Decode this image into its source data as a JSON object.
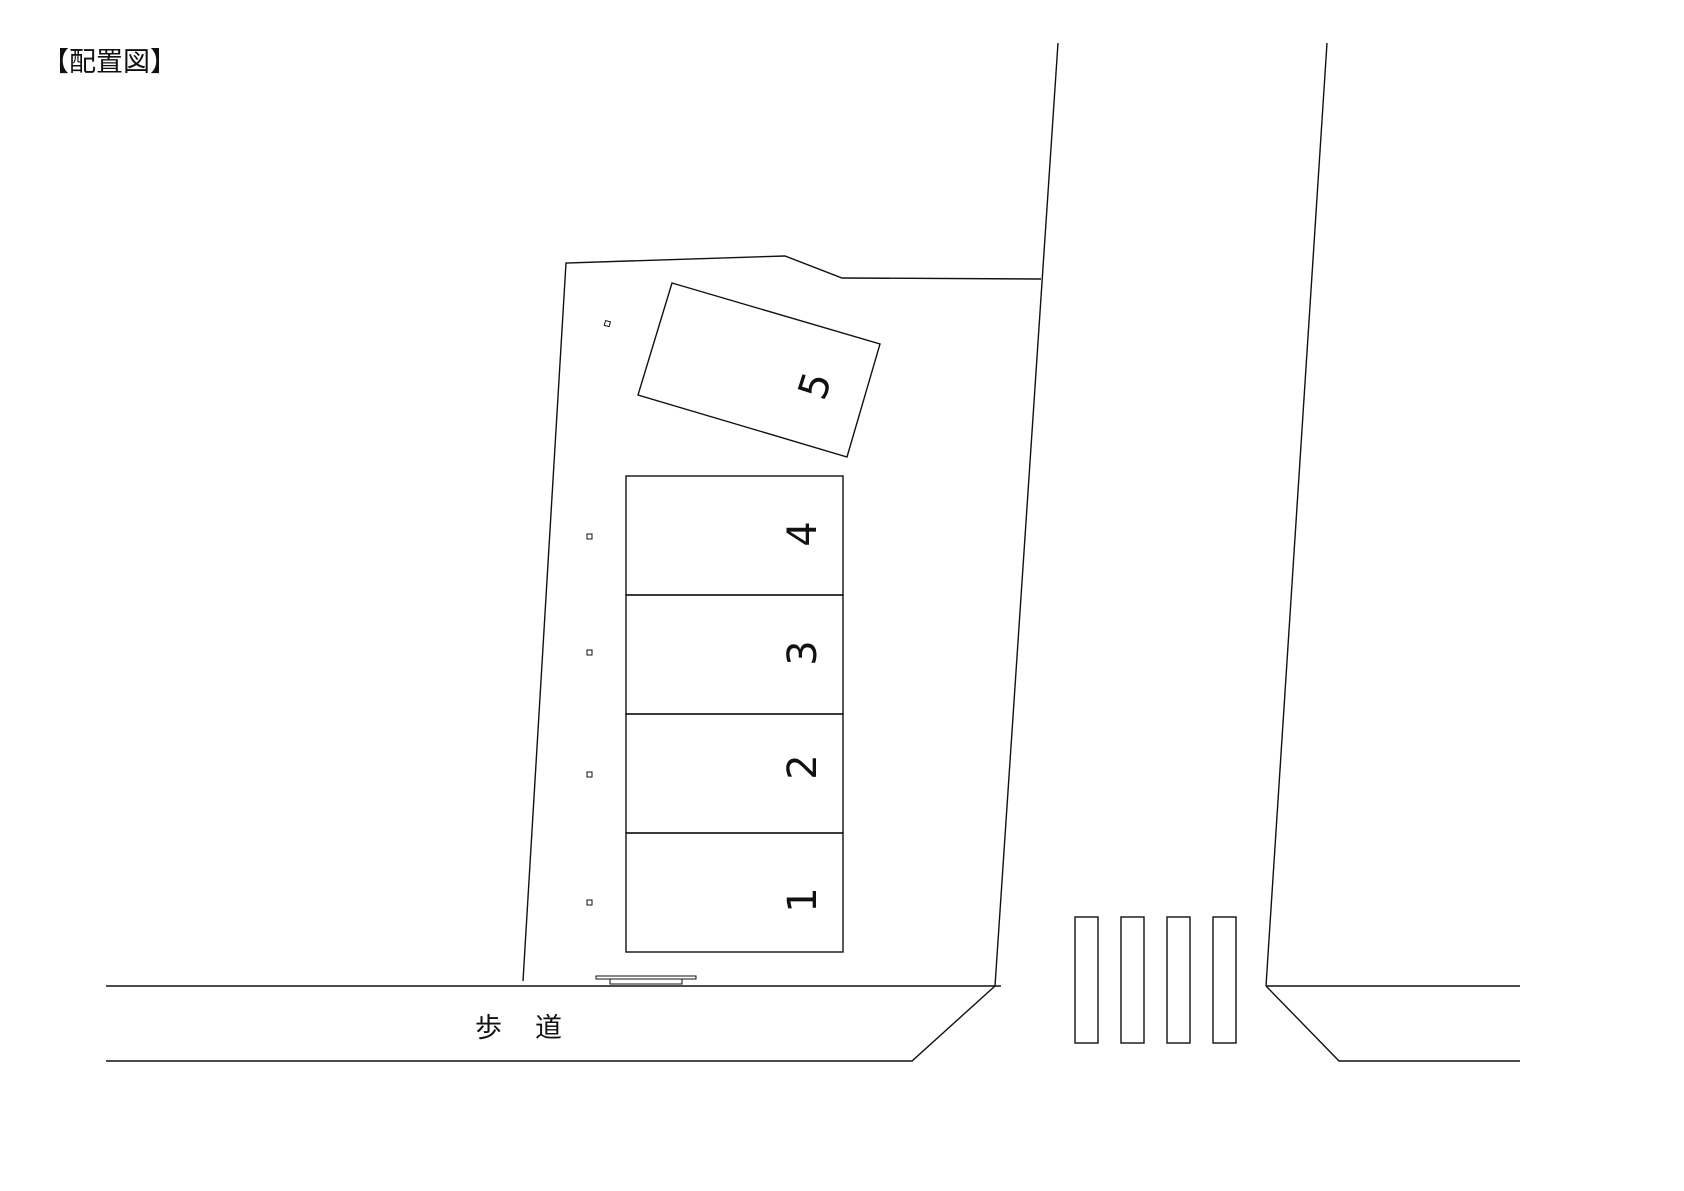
{
  "title": "【配置図】",
  "sidewalk_label_1": "歩",
  "sidewalk_label_2": "道",
  "spaces": {
    "s1": "1",
    "s2": "2",
    "s3": "3",
    "s4": "4",
    "s5": "5"
  }
}
